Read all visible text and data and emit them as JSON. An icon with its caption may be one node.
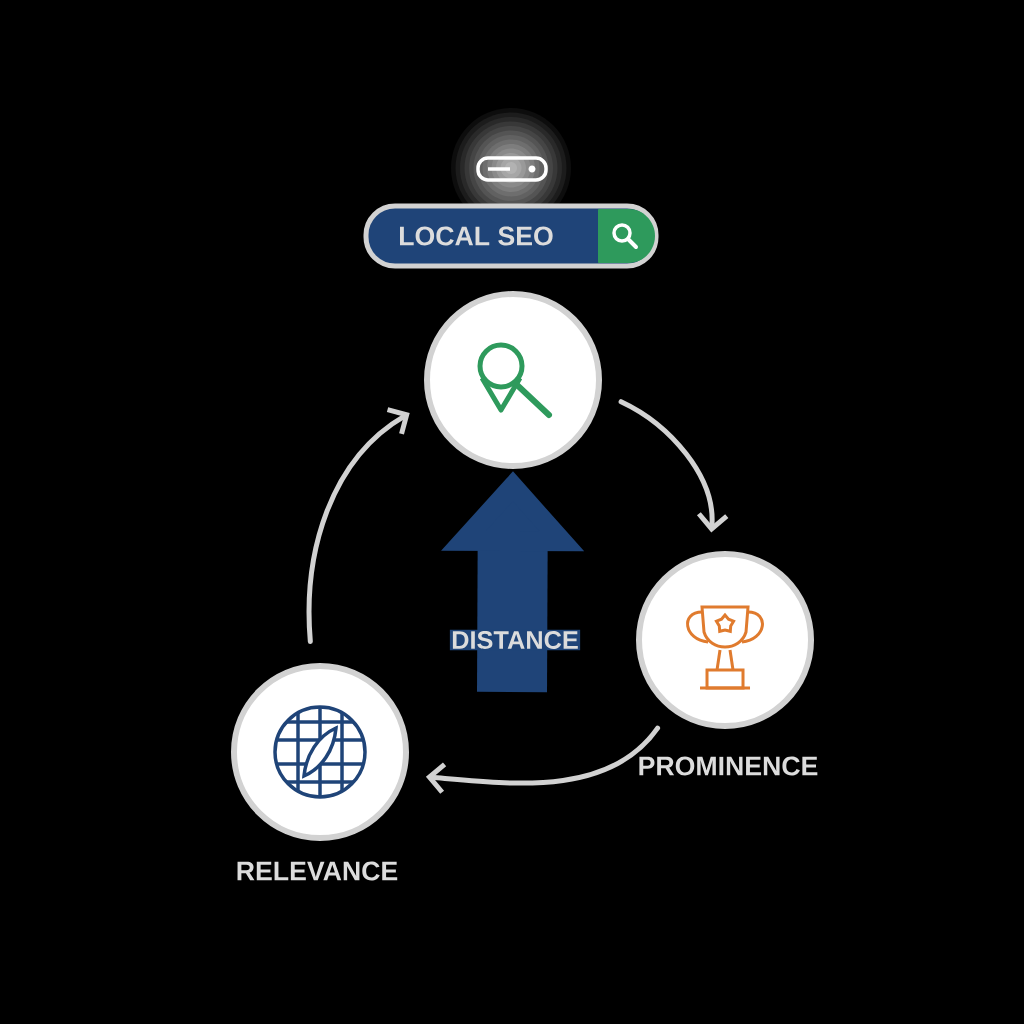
{
  "diagram": {
    "nodes": [
      {
        "text": [
          "LOCAL SEO"
        ]
      },
      {
        "text": [],
        "shape": "circle"
      },
      {
        "text": [],
        "shape": "circle",
        "beside": [
          "PROMINENCE"
        ]
      },
      {
        "text": [],
        "shape": "circle",
        "beside": [
          "RELEVANCE"
        ]
      }
    ],
    "edges": [
      {
        "from": 1,
        "to": 2,
        "arrow": "to"
      },
      {
        "from": 2,
        "to": 3,
        "arrow": "to"
      },
      {
        "from": 3,
        "to": 1,
        "arrow": "to"
      },
      {
        "from": null,
        "to": 1,
        "arrow": "to",
        "label": "DISTANCE",
        "style": "thick",
        "color": "#1f4478"
      }
    ]
  }
}
